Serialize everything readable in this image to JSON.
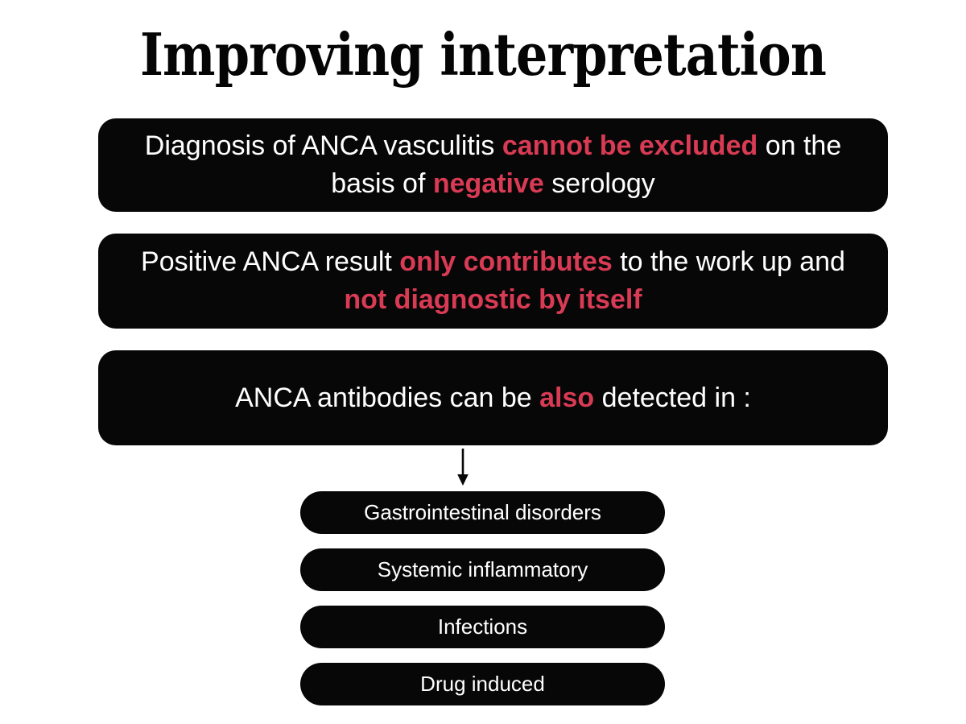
{
  "page": {
    "background_color": "#ffffff",
    "title": "Improving interpretation"
  },
  "theme": {
    "box_color": "#070707",
    "text_color": "#ffffff",
    "accent_color": "#d93a54",
    "title_color": "#050505"
  },
  "statements": [
    {
      "id": "statement-negative-serology",
      "segments": [
        {
          "text": "Diagnosis of ANCA vasculitis ",
          "emphasis": false
        },
        {
          "text": "cannot be excluded",
          "emphasis": true
        },
        {
          "text": " on the basis of ",
          "emphasis": false
        },
        {
          "text": "negative",
          "emphasis": true
        },
        {
          "text": " serology",
          "emphasis": false
        }
      ],
      "plain_text": "Diagnosis of ANCA vasculitis cannot be excluded on the basis of negative serology"
    },
    {
      "id": "statement-positive-result",
      "segments": [
        {
          "text": "Positive ANCA result ",
          "emphasis": false
        },
        {
          "text": "only contributes",
          "emphasis": true
        },
        {
          "text": " to the work up and ",
          "emphasis": false
        },
        {
          "text": "not diagnostic by itself",
          "emphasis": true
        }
      ],
      "plain_text": "Positive ANCA result only contributes to the work up and not diagnostic by itself"
    },
    {
      "id": "statement-also-detected",
      "segments": [
        {
          "text": "ANCA antibodies can be ",
          "emphasis": false
        },
        {
          "text": "also",
          "emphasis": true
        },
        {
          "text": " detected in :",
          "emphasis": false
        }
      ],
      "plain_text": "ANCA antibodies can be also detected in :"
    }
  ],
  "arrow": {
    "icon": "arrow-down-icon",
    "direction": "down",
    "color": "#070707"
  },
  "detected_in": [
    {
      "label": "Gastrointestinal disorders"
    },
    {
      "label": "Systemic inflammatory"
    },
    {
      "label": "Infections"
    },
    {
      "label": "Drug induced"
    }
  ]
}
